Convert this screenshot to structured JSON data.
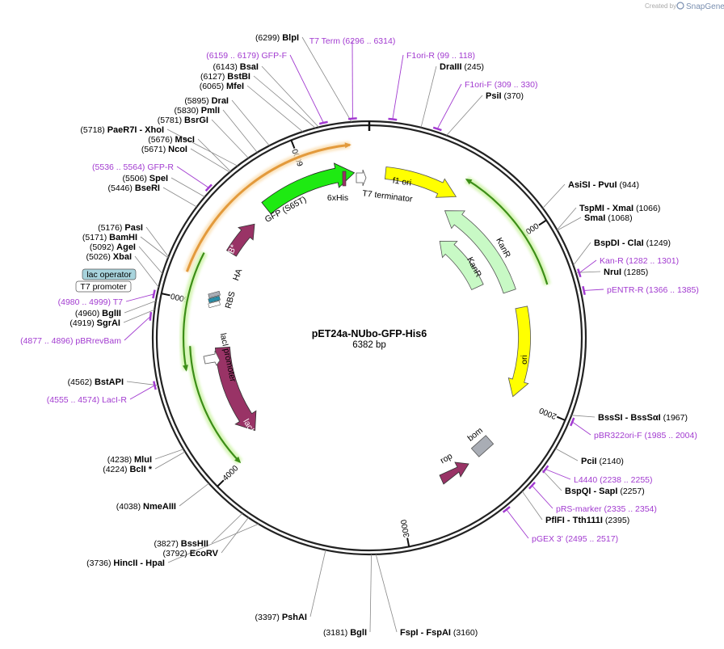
{
  "brand": {
    "created_by": "Created by",
    "name": "SnapGene"
  },
  "plasmid": {
    "name": "pET24a-NUbo-GFP-His6",
    "length": "6382 bp"
  },
  "ruler_ticks": [
    "1000",
    "2000",
    "3000",
    "4000",
    "5000",
    "6000"
  ],
  "features": {
    "gfp": "GFP (S65T)",
    "his": "6xHis",
    "t7term": "T7 terminator",
    "f1ori": "f1 ori",
    "kanr1": "KanR",
    "kanr2": "KanR",
    "ori": "ori",
    "bom": "bom",
    "rop": "rop",
    "laci": "lacI",
    "laci_promoter": "lacI promoter",
    "rbs": "RBS",
    "frb": "FRB*",
    "ha": "HA",
    "lac_operator": "lac operator",
    "t7_promoter": "T7 promoter"
  },
  "sites": {
    "s6299": {
      "pos": "(6299)",
      "name": "BlpI"
    },
    "s6143": {
      "pos": "(6143)",
      "name": "BsaI"
    },
    "s6127": {
      "pos": "(6127)",
      "name": "BstBI"
    },
    "s6065": {
      "pos": "(6065)",
      "name": "MfeI"
    },
    "s5895": {
      "pos": "(5895)",
      "name": "DraI"
    },
    "s5830": {
      "pos": "(5830)",
      "name": "PmlI"
    },
    "s5781": {
      "pos": "(5781)",
      "name": "BsrGI"
    },
    "s5718": {
      "pos": "(5718)",
      "name": "PaeR7I",
      "name2": "- XhoI"
    },
    "s5676": {
      "pos": "(5676)",
      "name": "MscI"
    },
    "s5671": {
      "pos": "(5671)",
      "name": "NcoI"
    },
    "s5506": {
      "pos": "(5506)",
      "name": "SpeI"
    },
    "s5446": {
      "pos": "(5446)",
      "name": "BseRI"
    },
    "s5176": {
      "pos": "(5176)",
      "name": "PasI"
    },
    "s5171": {
      "pos": "(5171)",
      "name": "BamHI"
    },
    "s5092": {
      "pos": "(5092)",
      "name": "AgeI"
    },
    "s5026": {
      "pos": "(5026)",
      "name": "XbaI"
    },
    "s4960": {
      "pos": "(4960)",
      "name": "BglII"
    },
    "s4919": {
      "pos": "(4919)",
      "name": "SgrAI"
    },
    "s4562": {
      "pos": "(4562)",
      "name": "BstAPI"
    },
    "s4238": {
      "pos": "(4238)",
      "name": "MluI"
    },
    "s4224": {
      "pos": "(4224)",
      "name": "BclI *"
    },
    "s4038": {
      "pos": "(4038)",
      "name": "NmeAIII"
    },
    "s3827": {
      "pos": "(3827)",
      "name": "BssHII"
    },
    "s3792": {
      "pos": "(3792)",
      "name": "EcoRV"
    },
    "s3736": {
      "pos": "(3736)",
      "name": "HincII",
      "name2": "- HpaI"
    },
    "s3397": {
      "pos": "(3397)",
      "name": "PshAI"
    },
    "s3181": {
      "pos": "(3181)",
      "name": "BglI"
    },
    "s3160": {
      "pos": "(3160)",
      "name": "FspI",
      "name2": "- FspAI"
    },
    "s245": {
      "pos": "(245)",
      "name": "DraIII"
    },
    "s370": {
      "pos": "(370)",
      "name": "PsiI"
    },
    "s944": {
      "pos": "(944)",
      "name": "AsiSI",
      "name2": "- PvuI"
    },
    "s1066": {
      "pos": "(1066)",
      "name": "TspMI",
      "name2": "- XmaI"
    },
    "s1068": {
      "pos": "(1068)",
      "name": "SmaI"
    },
    "s1249": {
      "pos": "(1249)",
      "name": "BspDI",
      "name2": "- ClaI"
    },
    "s1285": {
      "pos": "(1285)",
      "name": "NruI"
    },
    "s1967": {
      "pos": "(1967)",
      "name": "BssSI",
      "name2": "- BssSαI"
    },
    "s2140": {
      "pos": "(2140)",
      "name": "PciI"
    },
    "s2257": {
      "pos": "(2257)",
      "name": "BspQI",
      "name2": "- SapI"
    },
    "s2395": {
      "pos": "(2395)",
      "name": "PflFI",
      "name2": "- Tth111I"
    }
  },
  "primers": {
    "gfpf": {
      "range": "(6159 .. 6179)",
      "name": "GFP-F"
    },
    "t7term": {
      "range": "(6296 .. 6314)",
      "name": "T7 Term"
    },
    "f1orir": {
      "range": "(99 .. 118)",
      "name": "F1ori-R"
    },
    "f1orif": {
      "range": "(309 .. 330)",
      "name": "F1ori-F"
    },
    "gfpr": {
      "range": "(5536 .. 5564)",
      "name": "GFP-R"
    },
    "t7": {
      "range": "(4980 .. 4999)",
      "name": "T7"
    },
    "pbrrevbam": {
      "range": "(4877 .. 4896)",
      "name": "pBRrevBam"
    },
    "lacir": {
      "range": "(4555 .. 4574)",
      "name": "LacI-R"
    },
    "kanr": {
      "range": "(1282 .. 1301)",
      "name": "Kan-R"
    },
    "pentrr": {
      "range": "(1366 .. 1385)",
      "name": "pENTR-R"
    },
    "pbr322": {
      "range": "(1985 .. 2004)",
      "name": "pBR322ori-F"
    },
    "l4440": {
      "range": "(2238 .. 2255)",
      "name": "L4440"
    },
    "prs": {
      "range": "(2335 .. 2354)",
      "name": "pRS-marker"
    },
    "pgex": {
      "range": "(2495 .. 2517)",
      "name": "pGEX 3'"
    }
  },
  "colors": {
    "backbone": "#222222",
    "gfp": "#1eea12",
    "f1ori": "#ffff00",
    "ori": "#ffff00",
    "kanr": "#c8f9c5",
    "laci": "#993366",
    "frb": "#993366",
    "bom": "#a9adb5",
    "primer": "#a23bd0",
    "orange_feature": "#e39a3c",
    "green_feature": "#3c8e17",
    "lac_operator": "#a8d4dd"
  }
}
